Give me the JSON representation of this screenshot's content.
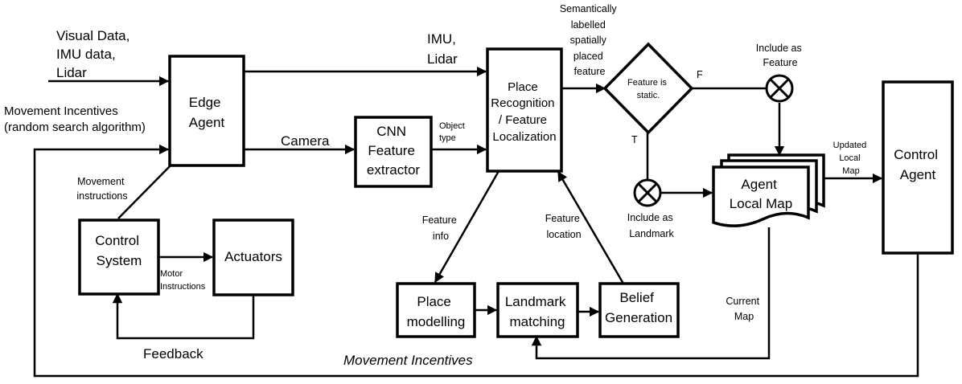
{
  "nodes": {
    "edge_agent": [
      "Edge",
      "Agent"
    ],
    "cnn": [
      "CNN",
      "Feature",
      "extractor"
    ],
    "place_recognition": [
      "Place",
      "Recognition",
      "/ Feature",
      "Localization"
    ],
    "control_system": [
      "Control",
      "System"
    ],
    "actuators": [
      "Actuators"
    ],
    "place_modelling": [
      "Place",
      "modelling"
    ],
    "landmark_matching": [
      "Landmark",
      "matching"
    ],
    "belief_generation": [
      "Belief",
      "Generation"
    ],
    "decision": [
      "Feature is",
      "static."
    ],
    "agent_local_map": [
      "Agent",
      "Local Map"
    ],
    "control_agent": [
      "Control",
      "Agent"
    ]
  },
  "labels": {
    "inputs": [
      "Visual Data,",
      "IMU data,",
      "Lidar"
    ],
    "movement_incentives_input": [
      "Movement Incentives",
      "(random search algorithm)"
    ],
    "imu_lidar": [
      "IMU,",
      "Lidar"
    ],
    "camera": "Camera",
    "object_type": [
      "Object",
      "type"
    ],
    "semantic_feature": [
      "Semantically",
      "labelled",
      "spatially",
      "placed",
      "feature"
    ],
    "false_branch": "F",
    "true_branch": "T",
    "include_feature": [
      "Include as",
      "Feature"
    ],
    "include_landmark": [
      "Include as",
      "Landmark"
    ],
    "updated_local_map": [
      "Updated",
      "Local",
      "Map"
    ],
    "movement_instructions": [
      "Movement",
      "instructions"
    ],
    "motor_instructions": [
      "Motor",
      "Instructions"
    ],
    "feedback": "Feedback",
    "feature_info": [
      "Feature",
      "info"
    ],
    "feature_location": [
      "Feature",
      "location"
    ],
    "current_map": [
      "Current",
      "Map"
    ],
    "movement_incentives_bottom": "Movement Incentives"
  },
  "colors": {
    "stroke": "#000000",
    "background": "#ffffff"
  }
}
